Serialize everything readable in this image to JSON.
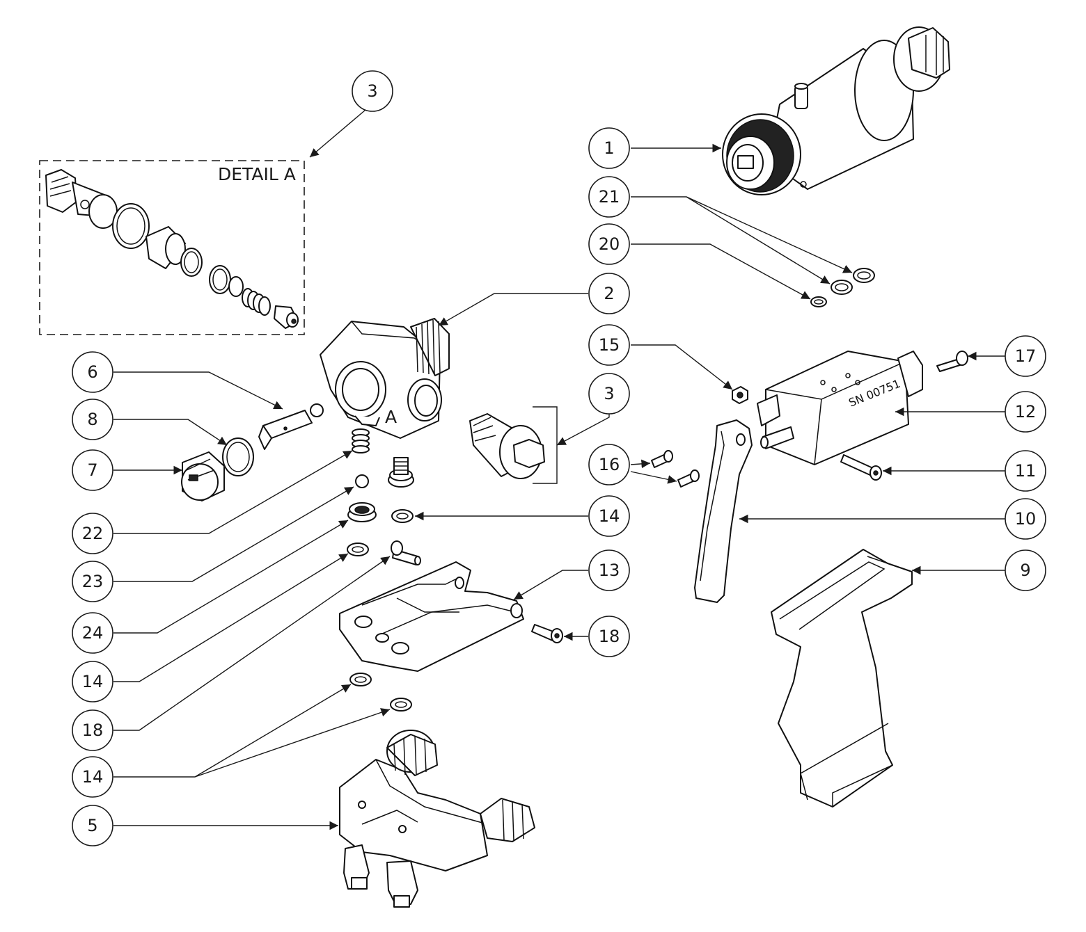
{
  "detail": {
    "label": "DETAIL A"
  },
  "body_mark": "A",
  "serial_label": "SN 00751",
  "balloons": [
    {
      "id": "b-3-top",
      "label": "3"
    },
    {
      "id": "b-1",
      "label": "1"
    },
    {
      "id": "b-21",
      "label": "21"
    },
    {
      "id": "b-20",
      "label": "20"
    },
    {
      "id": "b-2",
      "label": "2"
    },
    {
      "id": "b-15",
      "label": "15"
    },
    {
      "id": "b-17",
      "label": "17"
    },
    {
      "id": "b-3-mid",
      "label": "3"
    },
    {
      "id": "b-12",
      "label": "12"
    },
    {
      "id": "b-16",
      "label": "16"
    },
    {
      "id": "b-11",
      "label": "11"
    },
    {
      "id": "b-14-right",
      "label": "14"
    },
    {
      "id": "b-10",
      "label": "10"
    },
    {
      "id": "b-9",
      "label": "9"
    },
    {
      "id": "b-13",
      "label": "13"
    },
    {
      "id": "b-18-right",
      "label": "18"
    },
    {
      "id": "b-6",
      "label": "6"
    },
    {
      "id": "b-8",
      "label": "8"
    },
    {
      "id": "b-7",
      "label": "7"
    },
    {
      "id": "b-22",
      "label": "22"
    },
    {
      "id": "b-23",
      "label": "23"
    },
    {
      "id": "b-24",
      "label": "24"
    },
    {
      "id": "b-14-left",
      "label": "14"
    },
    {
      "id": "b-18-left",
      "label": "18"
    },
    {
      "id": "b-14-bottom",
      "label": "14"
    },
    {
      "id": "b-5",
      "label": "5"
    }
  ]
}
